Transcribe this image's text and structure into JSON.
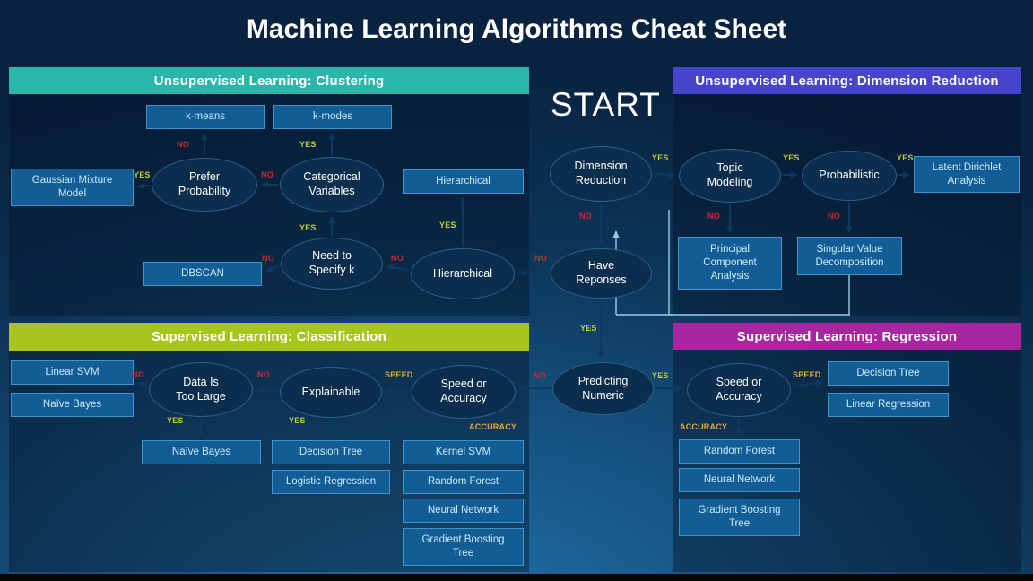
{
  "title": "Machine Learning Algorithms Cheat Sheet",
  "start_label": "START",
  "edge_labels": {
    "yes": "YES",
    "no": "NO",
    "speed": "SPEED",
    "accuracy": "ACCURACY"
  },
  "colors": {
    "clustering_header": "#2ab7a9",
    "dimension_reduction_header": "#4745cb",
    "classification_header": "#a9c31f",
    "regression_header": "#aa26a0",
    "no_label": "#c42f2f",
    "yes_label": "#bfd02c",
    "speed_accuracy_label": "#e9a63b",
    "terminal_box_fill": "#135d96",
    "terminal_box_border": "#3e94cb",
    "decision_ellipse_fill": "#0c2e4e"
  },
  "center": {
    "nodes": {
      "dimension_reduction": "Dimension Reduction",
      "have_responses": "Have Reponses",
      "predicting_numeric": "Predicting Numeric"
    }
  },
  "clustering": {
    "header": "Unsupervised Learning: Clustering",
    "nodes": {
      "k_means": "k-means",
      "k_modes": "k-modes",
      "prefer_probability": "Prefer Probability",
      "categorical_variables": "Categorical Variables",
      "gaussian_mixture_model": "Gaussian Mixture Model",
      "hierarchical_box": "Hierarchical",
      "need_to_specify_k": "Need to Specify k",
      "dbscan": "DBSCAN",
      "hierarchical": "Hierarchical"
    }
  },
  "dimension_reduction": {
    "header": "Unsupervised Learning: Dimension Reduction",
    "nodes": {
      "topic_modeling": "Topic Modeling",
      "probabilistic": "Probabilistic",
      "latent_dirichlet_analysis": "Latent Dirichlet Analysis",
      "principal_component_analysis": "Principal Component Analysis",
      "singular_value_decomposition": "Singular Value Decomposition"
    }
  },
  "classification": {
    "header": "Supervised Learning: Classification",
    "nodes": {
      "linear_svm": "Linear SVM",
      "naive_bayes_left": "Naïve Bayes",
      "data_is_too_large": "Data Is Too Large",
      "explainable": "Explainable",
      "speed_or_accuracy": "Speed or Accuracy",
      "naive_bayes": "Naïve Bayes",
      "decision_tree": "Decision Tree",
      "logistic_regression": "Logistic Regression",
      "kernel_svm": "Kernel SVM",
      "random_forest": "Random Forest",
      "neural_network": "Neural Network",
      "gradient_boosting_tree": "Gradient Boosting Tree"
    }
  },
  "regression": {
    "header": "Supervised Learning: Regression",
    "nodes": {
      "speed_or_accuracy": "Speed or Accuracy",
      "decision_tree": "Decision Tree",
      "linear_regression": "Linear Regression",
      "random_forest": "Random Forest",
      "neural_network": "Neural Network",
      "gradient_boosting_tree": "Gradient Boosting Tree"
    }
  }
}
